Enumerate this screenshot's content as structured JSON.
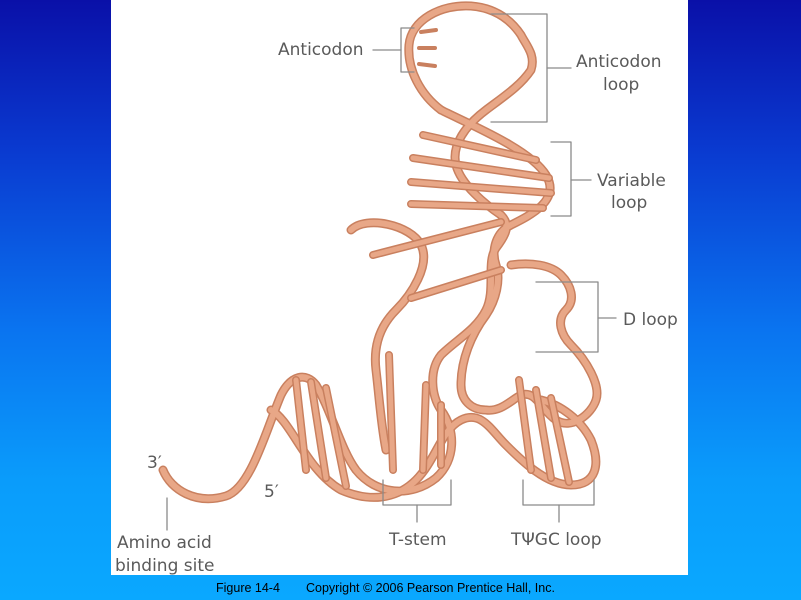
{
  "labels": {
    "anticodon": "Anticodon",
    "anticodon_loop_1": "Anticodon",
    "anticodon_loop_2": "loop",
    "variable_loop_1": "Variable",
    "variable_loop_2": "loop",
    "d_loop": "D loop",
    "three_prime": "3′",
    "five_prime": "5′",
    "amino_acid_1": "Amino acid",
    "amino_acid_2": "binding site",
    "t_stem": "T-stem",
    "tpsigc_loop": "TΨGC loop"
  },
  "caption": {
    "figure": "Figure 14-4",
    "copyright": "Copyright © 2006 Pearson Prentice Hall, Inc."
  },
  "colors": {
    "strand": "#e8a787",
    "strand_edge": "#c9805f",
    "bracket": "#8a8a8a",
    "label": "#5a5a5a"
  }
}
